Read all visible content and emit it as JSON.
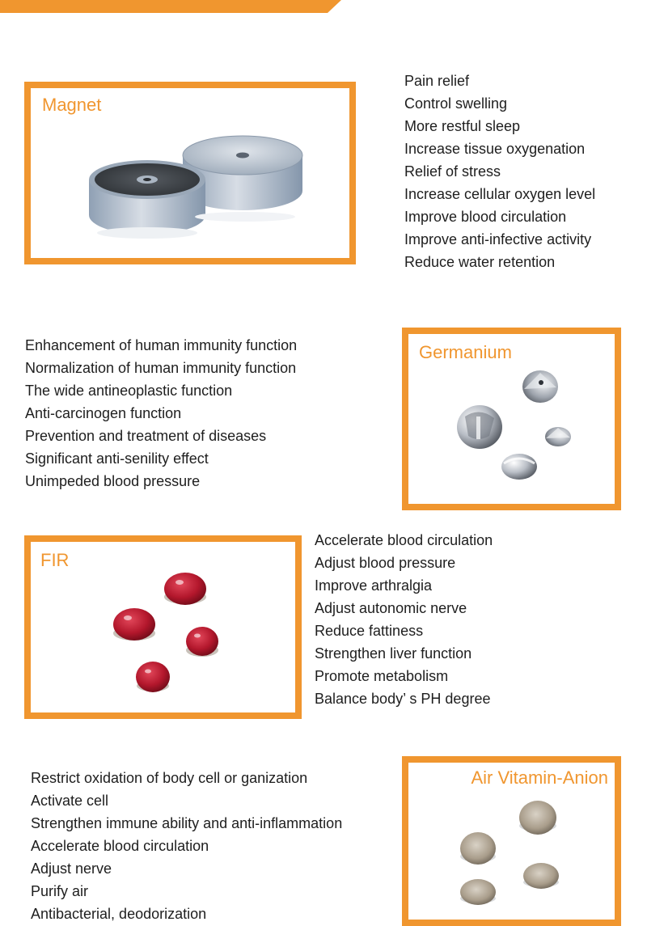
{
  "colors": {
    "accent": "#f0962f",
    "text": "#1e1e1e"
  },
  "sections": {
    "magnet": {
      "title": "Magnet",
      "benefits": [
        "Pain relief",
        "Control swelling",
        "More restful sleep",
        "Increase tissue oxygenation",
        "Relief of stress",
        "Increase cellular oxygen level",
        "Improve blood circulation",
        "Improve anti-infective activity",
        "Reduce water retention"
      ]
    },
    "germanium": {
      "title": "Germanium",
      "benefits": [
        "Enhancement of human immunity function",
        "Normalization of human immunity function",
        "The wide antineoplastic function",
        "Anti-carcinogen function",
        "Prevention and treatment of diseases",
        "Significant anti-senility effect",
        "Unimpeded blood pressure"
      ]
    },
    "fir": {
      "title": "FIR",
      "benefits": [
        "Accelerate blood circulation",
        "Adjust blood pressure",
        "Improve arthralgia",
        "Adjust autonomic nerve",
        "Reduce fattiness",
        "Strengthen liver function",
        "Promote metabolism",
        "Balance body’ s PH degree"
      ]
    },
    "anion": {
      "title": "Air Vitamin-Anion",
      "benefits": [
        "Restrict oxidation of body cell or ganization",
        "Activate cell",
        "Strengthen immune ability and anti-inflammation",
        "Accelerate blood circulation",
        "Adjust nerve",
        "Purify air",
        "Antibacterial, deodorization"
      ]
    }
  }
}
